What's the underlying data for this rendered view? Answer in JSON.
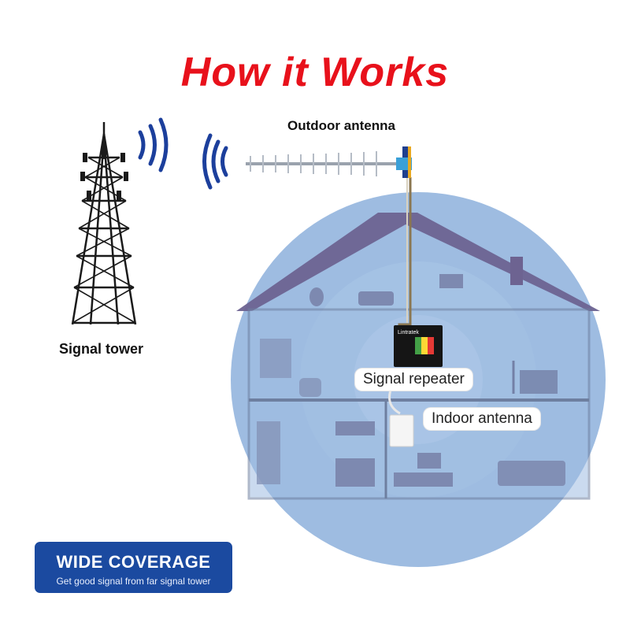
{
  "title": "How it Works",
  "labels": {
    "outdoor_antenna": "Outdoor antenna",
    "signal_tower": "Signal tower",
    "signal_repeater": "Signal repeater",
    "indoor_antenna": "Indoor antenna",
    "repeater_brand": "Lintratek"
  },
  "badge": {
    "title": "WIDE COVERAGE",
    "subtitle": "Get good signal from far signal tower"
  },
  "colors": {
    "title": "#e8111b",
    "coverage": "#7fa6d6",
    "roof": "#6d6391",
    "badge": "#1b4aa0",
    "signal_waves": "#1c3f9c"
  },
  "icons": [
    "signal-tower-icon",
    "yagi-antenna-icon",
    "signal-wave-icon",
    "repeater-icon",
    "indoor-antenna-icon",
    "house-icon"
  ]
}
